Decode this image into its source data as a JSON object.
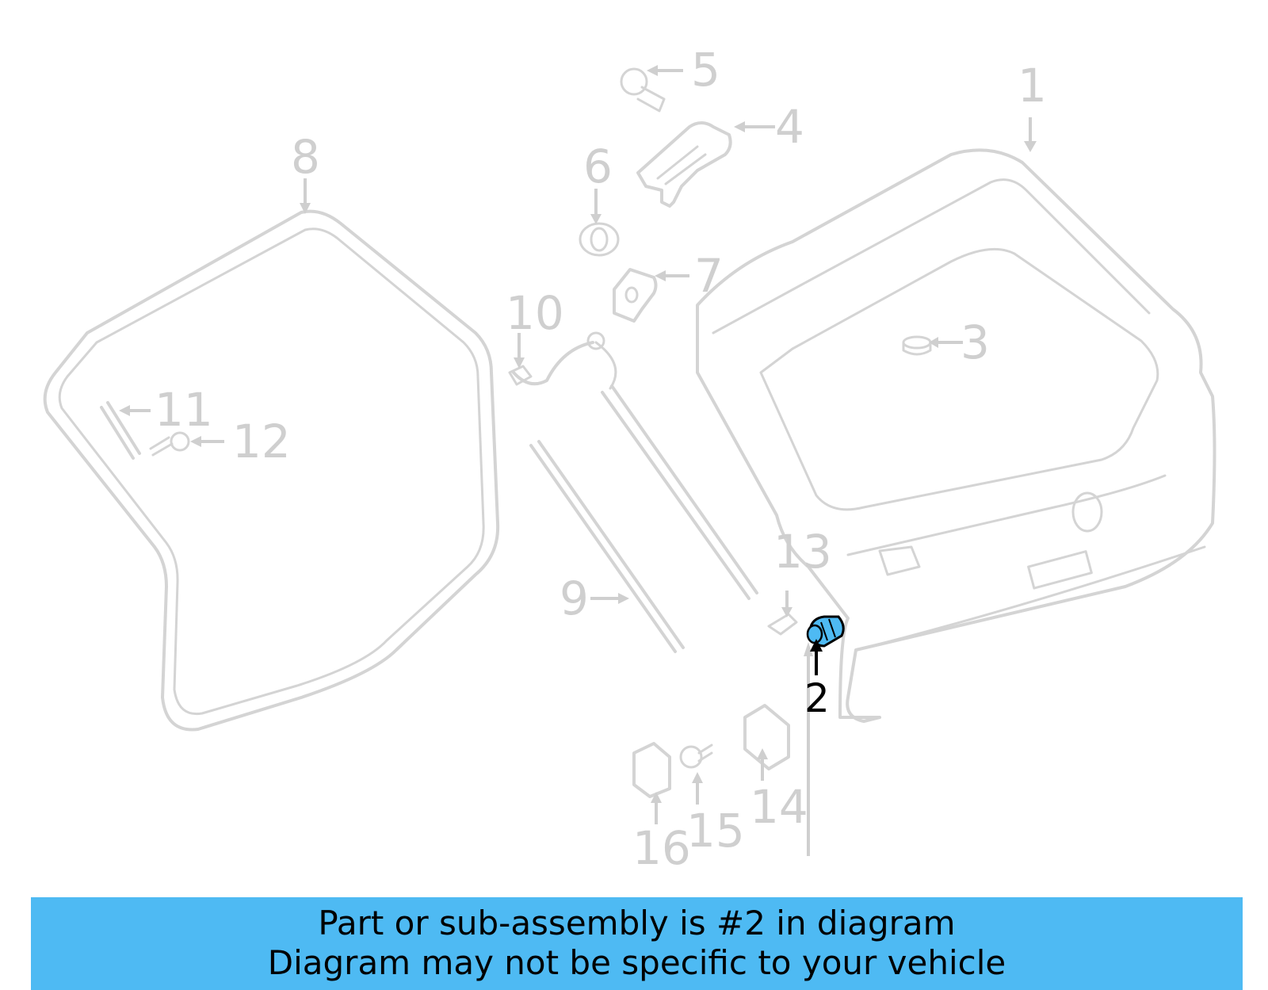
{
  "colors": {
    "banner_background": "#4ebaf3",
    "highlighted_part": "#4ebaf3",
    "greyed_parts": "#d4d4d4",
    "active_callout": "#000000"
  },
  "diagram": {
    "highlighted_part_number": "2",
    "callouts": {
      "c1": "1",
      "c2": "2",
      "c3": "3",
      "c4": "4",
      "c5": "5",
      "c6": "6",
      "c7": "7",
      "c8": "8",
      "c9": "9",
      "c10": "10",
      "c11": "11",
      "c12": "12",
      "c13": "13",
      "c14": "14",
      "c15": "15",
      "c16": "16"
    }
  },
  "banner": {
    "line1": "Part or sub-assembly is #2 in diagram",
    "line2": "Diagram may not be specific to your vehicle"
  }
}
